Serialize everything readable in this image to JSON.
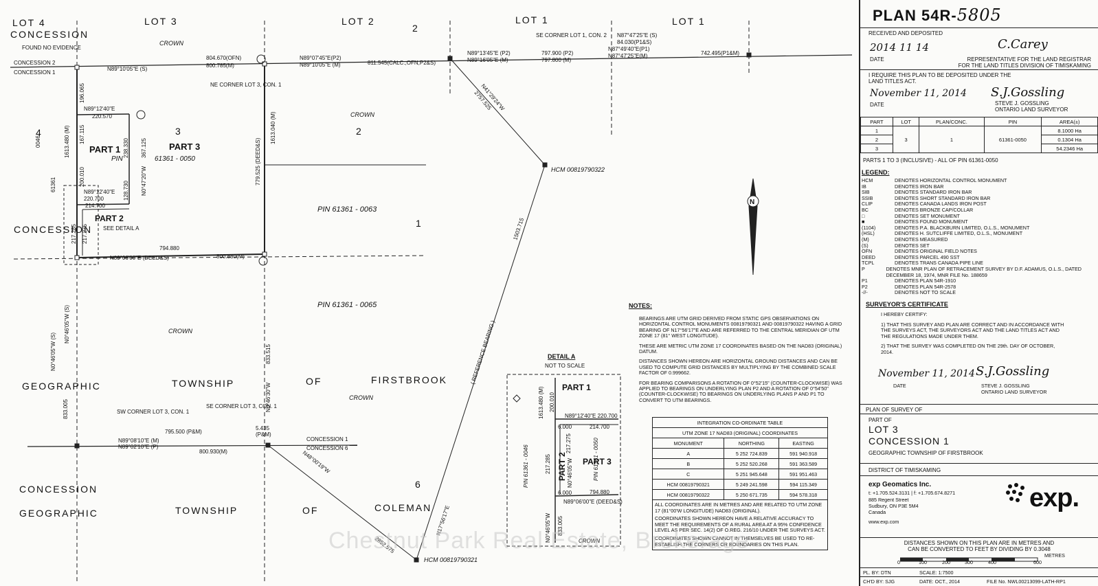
{
  "title_block": {
    "plan_label": "PLAN 54R-",
    "plan_number": "5805",
    "received_label": "RECEIVED AND DEPOSITED",
    "received_date": "2014 11 14",
    "date_label": "DATE",
    "registrar_sig": "C.Carey",
    "registrar_text_1": "REPRESENTATIVE FOR THE LAND REGISTRAR",
    "registrar_text_2": "FOR THE LAND TITLES DIVISION OF TIMISKAMING",
    "require_text_1": "I REQUIRE THIS PLAN TO BE DEPOSITED UNDER THE",
    "require_text_2": "LAND TITLES ACT.",
    "require_date": "November 11, 2014",
    "surveyor_sig": "S.J.Gossling",
    "surveyor_name": "STEVE J. GOSSLING",
    "surveyor_title": "ONTARIO LAND SURVEYOR",
    "parts_headers": [
      "PART",
      "LOT",
      "PLAN/CONC.",
      "PIN",
      "AREA(±)"
    ],
    "parts_rows": [
      {
        "part": "1",
        "area": "8.1000 Ha"
      },
      {
        "part": "2",
        "area": "0.1304 Ha"
      },
      {
        "part": "3",
        "area": "54.2346 Ha"
      }
    ],
    "parts_lot": "3",
    "parts_conc": "1",
    "parts_pin": "61361-0050",
    "parts_note": "PARTS 1 TO 3 (INCLUSIVE) - ALL OF PIN 61361-0050"
  },
  "legend": {
    "heading": "LEGEND:",
    "items": [
      {
        "k": "HCM",
        "v": "DENOTES HORIZONTAL CONTROL MONUMENT"
      },
      {
        "k": "IB",
        "v": "DENOTES IRON BAR"
      },
      {
        "k": "SIB",
        "v": "DENOTES STANDARD IRON BAR"
      },
      {
        "k": "SSIB",
        "v": "DENOTES SHORT STANDARD IRON BAR"
      },
      {
        "k": "CLIP",
        "v": "DENOTES CANADA LANDS IRON POST"
      },
      {
        "k": "BC",
        "v": "DENOTES BRONZE CAP/COLLAR"
      },
      {
        "k": "□",
        "v": "DENOTES SET MONUMENT"
      },
      {
        "k": "■",
        "v": "DENOTES FOUND MONUMENT"
      },
      {
        "k": "(1104)",
        "v": "DENOTES P.A. BLACKBURN LIMITED, O.L.S., MONUMENT"
      },
      {
        "k": "(HSL)",
        "v": "DENOTES H. SUTCLIFFE LIMITED, O.L.S., MONUMENT"
      },
      {
        "k": "(M)",
        "v": "DENOTES MEASURED"
      },
      {
        "k": "(S)",
        "v": "DENOTES SET"
      },
      {
        "k": "OFN",
        "v": "DENOTES ORIGINAL FIELD NOTES"
      },
      {
        "k": "DEED",
        "v": "DENOTES PARCEL 490 SST"
      },
      {
        "k": "TCPL",
        "v": "DENOTES TRANS CANADA PIPE LINE"
      },
      {
        "k": "P",
        "v": "DENOTES MNR PLAN OF RETRACEMENT SURVEY BY D.F. ADAMUS, O.L.S., DATED DECEMBER 18, 1974, MNR FILE No. 188659"
      },
      {
        "k": "P1",
        "v": "DENOTES PLAN 54R-1910"
      },
      {
        "k": "P2",
        "v": "DENOTES PLAN 54R-2578"
      },
      {
        "k": "-//-",
        "v": "DENOTES NOT TO SCALE"
      }
    ]
  },
  "certificate": {
    "heading": "SURVEYOR'S CERTIFICATE",
    "intro": "I HEREBY CERTIFY:",
    "item1": "1)    THAT THIS SURVEY AND PLAN ARE CORRECT AND IN ACCORDANCE WITH THE SURVEYS ACT, THE SURVEYORS ACT AND THE LAND TITLES ACT AND THE REGULATIONS MADE UNDER THEM.",
    "item2": "2)    THAT THE SURVEY WAS COMPLETED ON THE 29th. DAY OF OCTOBER, 2014.",
    "date_sig": "November 11, 2014",
    "date_label": "DATE",
    "name": "STEVE J. GOSSLING",
    "title": "ONTARIO LAND SURVEYOR"
  },
  "plan_of_survey": {
    "label": "PLAN OF SURVEY OF",
    "part_of": "PART OF",
    "lot": "LOT 3",
    "concession": "CONCESSION 1",
    "township": "GEOGRAPHIC TOWNSHIP OF FIRSTBROOK",
    "district": "DISTRICT OF TIMISKAMING"
  },
  "company": {
    "name": "exp Geomatics Inc.",
    "phone": "t: +1.705.524.3131 | f: +1.705.674.8271",
    "addr1": "885 Regent Street",
    "addr2": "Sudbury, ON P3E 5M4",
    "addr3": "Canada",
    "web": "www.exp.com",
    "logo": "exp."
  },
  "scale": {
    "note1": "DISTANCES SHOWN ON THIS PLAN ARE IN METRES AND",
    "note2": "CAN BE CONVERTED TO FEET BY DIVIDING BY 0.3048",
    "metres": "METRES",
    "ticks": [
      "0",
      "100",
      "200",
      "300",
      "400",
      "600"
    ]
  },
  "footer": {
    "pl_by": "PL. BY: DTN",
    "scale": "SCALE: 1:7500",
    "chd_by": "CH'D BY: SJG",
    "date": "DATE: OCT., 2014",
    "file": "FILE No. NWL00213099-LATH-RP1"
  },
  "notes": {
    "heading": "NOTES:",
    "paras": [
      "BEARINGS ARE UTM GRID DERIVED FROM STATIC GPS OBSERVATIONS ON HORIZONTAL CONTROL MONUMENTS 00819790321 AND 00819790322 HAVING A GRID BEARING OF N17°56'17\"E AND ARE REFERRED TO THE CENTRAL MERIDIAN OF UTM ZONE 17 (81° WEST LONGITUDE).",
      "THESE ARE METRIC UTM ZONE 17 COORDINATES BASED ON THE NAD83 (ORIGINAL) DATUM.",
      "DISTANCES SHOWN HEREON ARE HORIZONTAL GROUND DISTANCES AND CAN BE USED TO COMPUTE GRID DISTANCES BY MULTIPLYING BY THE COMBINED SCALE FACTOR OF 0.999662.",
      "FOR BEARING COMPARISONS A ROTATION OF 0°52'15\" (COUNTER-CLOCKWISE) WAS APPLIED TO BEARINGS ON UNDERLYING PLAN P2 AND A ROTATION OF 0°54'50\" (COUNTER-CLOCKWISE) TO BEARINGS ON UNDERLYING PLANS P AND P1 TO CONVERT TO UTM BEARINGS."
    ]
  },
  "coord_table": {
    "title": "INTEGRATION CO-ORDINATE TABLE",
    "subtitle": "UTM ZONE 17 NAD83 (ORIGINAL) COORDINATES",
    "headers": [
      "MONUMENT",
      "NORTHING",
      "EASTING"
    ],
    "rows": [
      [
        "A",
        "5 252 724.839",
        "591 940.918"
      ],
      [
        "B",
        "5 252 520.268",
        "591 363.589"
      ],
      [
        "C",
        "5 251 945.648",
        "591 951.463"
      ],
      [
        "HCM 00819790321",
        "5 249 241.598",
        "594 115.349"
      ],
      [
        "HCM 00819790322",
        "5 250 671.735",
        "594 578.318"
      ]
    ],
    "foot1": "ALL COORDINATES ARE IN METRES AND ARE RELATED TO UTM ZONE 17 (81°00'W LONGITUDE) NAD83 (ORIGINAL).",
    "foot2": "COORDINATES SHOWN HEREON HAVE A RELATIVE ACCURACY TO MEET THE REQUIREMENTS OF A RURAL AREA AT A 95% CONFIDENCE LEVEL AS PER SEC. 14(2) OF O.REG. 216/10 UNDER THE SURVEYS ACT.",
    "foot3": "COORDINATES SHOWN CANNOT IN THEMSELVES BE USED TO RE-ESTABLISH THE CORNERS OR BOUNDARIES ON THIS PLAN."
  },
  "drawing": {
    "lot4": "LOT   4",
    "lot3": "LOT   3",
    "lot2": "LOT   2",
    "lot1": "LOT   1",
    "concession2": "CONCESSION",
    "concession_label": "CONCESSION",
    "crown": "CROWN",
    "part1": "PART 1",
    "part2": "PART 2",
    "part3": "PART 3",
    "pin50": "61361  -  0050",
    "pin63": "PIN     61361   -   0063",
    "pin65": "PIN     61361   -   0065",
    "pin46": "PIN     61361   -   0046",
    "geo1": "GEOGRAPHIC",
    "twp1": "TOWNSHIP",
    "of1": "OF",
    "firstbrook": "FIRSTBROOK",
    "geo2": "GEOGRAPHIC",
    "twp2": "TOWNSHIP",
    "of2": "OF",
    "coleman": "COLEMAN",
    "concession6": "CONCESSION",
    "found_no": "FOUND NO EVIDENCE",
    "see_detail": "SEE DETAIL A",
    "ne_corner": "NE CORNER LOT 3, CON. 1",
    "se_corner_top": "SE CORNER LOT 1, CON. 2",
    "sw_corner": "SW CORNER LOT 3, CON. 1",
    "se_corner_bot": "SE CORNER LOT 3, CON. 1",
    "hcm322": "HCM 00819790322",
    "hcm321": "HCM 00819790321",
    "ref_bearing": "( REFERENCE BEARING )",
    "b_top1": "N89°10'05\"E (S)",
    "b_top2": "804.670(OFN)",
    "b_top3": "800.785(M)",
    "b_top4": "N89°07'45\"E(P2)",
    "b_top5": "N89°10'05\"E (M)",
    "b_top6": "811.545(CALC.,OFN,P2&S)",
    "b_top7": "N89°13'45\"E (P2)",
    "b_top8": "N89°16'05\"E (M)",
    "b_top9": "797.900 (P2)",
    "b_top10": "797.800 (M)",
    "b_top11": "N87°47'25\"E (S)",
    "b_top12": "84.030(P1&S)",
    "b_top13": "N87°49'40\"E(P1)",
    "b_top14": "N87°47'25\"E(M)",
    "b_top15": "742.495(P1&M)",
    "p1_n": "N89°12'40\"E",
    "p1_n_d": "220.570",
    "p1_s": "N89°12'40\"E",
    "p1_s_d": "220.700",
    "p2_s_d": "214.700",
    "mid_s": "N89°06'00\"E (DEED&S)",
    "mid_d1": "794.880",
    "mid_d2": "800.880(M)",
    "east_d": "779.525 (DEED&S)",
    "east_d2": "1613.040 (M)",
    "west_d": "1613.480 (M)",
    "d196": "196.065",
    "d167": "167.115",
    "d200": "200.010",
    "d217": "217.285",
    "d217b": "217.275",
    "d238": "238.330",
    "d367": "367.125",
    "d128": "128.730",
    "bearing_n0": "N0°47'20\"W",
    "d833w": "833.005",
    "b833w": "N0°46'05\"W (S)",
    "d833e": "833.515",
    "b833e": "N0°46'30\"W",
    "bot_b1": "N89°08'10\"E (M)",
    "bot_b2": "N89°02'10\"E (P)",
    "bot_d1": "795.500 (P&M)",
    "bot_d2": "800.930(M)",
    "bot_d3": "5.435",
    "bot_d3b": "(P&M)",
    "diag1": "N41°29'24\"W",
    "diag1d": "2757.525",
    "diag2": "1503.715",
    "diag3": "N17°56'17\"E",
    "diag4": "N48°00'19\"W",
    "diag4d": "2852.575",
    "conc1_lbl": "CONCESSION 1",
    "conc6_lbl": "CONCESSION 6",
    "conc2_lbl": "CONCESSION 2",
    "conc1_lbl2": "CONCESSION 1",
    "township_line": "TOWNSHIP OF",
    "detail_title": "DETAIL A",
    "detail_sub": "NOT TO SCALE",
    "d_part1": "PART 1",
    "d_part2": "PART 2",
    "d_part3": "PART 3",
    "d_crown": "CROWN",
    "d_b1": "N89°12'40\"E 220.700",
    "d_b2": "6.000",
    "d_b3": "214.700",
    "d_b4": "6.000",
    "d_b5": "N89°06'00\"E (DEED&S)",
    "d_b6": "794.880",
    "d_w": "1613.480 (M)",
    "d_w2": "200.010",
    "d_w3": "217.285",
    "d_w4": "833.005",
    "d_w5": "N0°46'05\"W",
    "d_e": "217.275",
    "d_e2": "N0°46'05\"W",
    "d_pin": "PIN  61361  -  0046",
    "d_pin2": "PIN 61361 - 0050",
    "four": "4",
    "three": "3",
    "two": "2",
    "one": "1",
    "six": "6",
    "zero46": "0046",
    "pin": "PIN",
    "pin_label_left": "61361",
    "north": "N"
  },
  "watermark": "Chestnut Park Real Estate, Brokerage"
}
